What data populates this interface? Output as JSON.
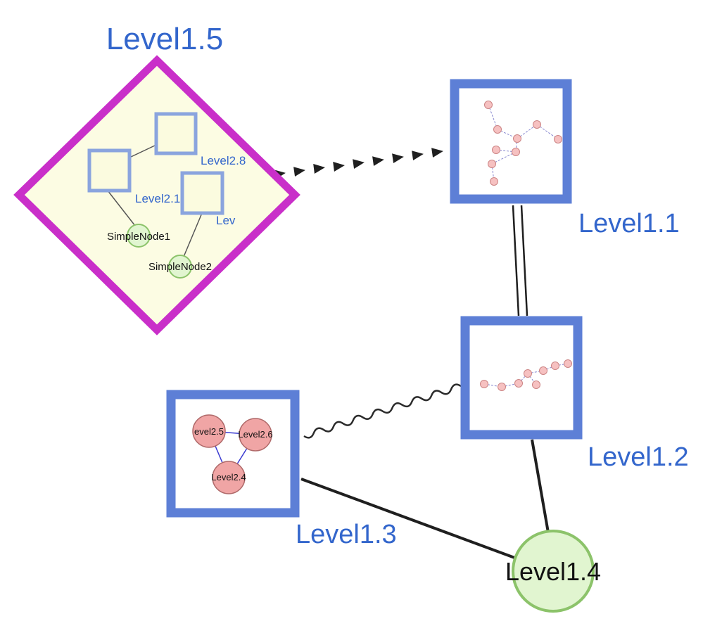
{
  "colors": {
    "label-blue": "#3366cc",
    "group-border-blue": "#5d7fd6",
    "inner-square-blue": "#8aa4de",
    "magenta": "#c92fc9",
    "diamond-fill": "#fcfce3",
    "inner-square-fill": "#fbfbdf",
    "green-node-fill": "#e1f5d0",
    "green-node-stroke": "#8cc36a",
    "pink-node-fill": "#f0a5a5",
    "pink-node-stroke": "#b06a6a",
    "mini-node-fill": "#f6c1c1",
    "mini-node-stroke": "#cc8484",
    "mini-edge-blue": "#8585cf",
    "triangle-edge-blue": "#3b3bd1",
    "inner-edge-gray": "#555555",
    "edge-black": "#1f1f1f"
  },
  "nodes": {
    "level15": {
      "label": "Level1.5",
      "type": "group-diamond"
    },
    "level11": {
      "label": "Level1.1",
      "type": "group-square"
    },
    "level12": {
      "label": "Level1.2",
      "type": "group-square"
    },
    "level13": {
      "label": "Level1.3",
      "type": "group-square"
    },
    "level14": {
      "label": "Level1.4",
      "type": "circle"
    },
    "level28": {
      "label": "Level2.8",
      "type": "square"
    },
    "level21": {
      "label": "Level2.1",
      "type": "square"
    },
    "levelPartial": {
      "label": "Lev",
      "type": "square"
    },
    "simpleNode1": {
      "label": "SimpleNode1",
      "type": "circle"
    },
    "simpleNode2": {
      "label": "SimpleNode2",
      "type": "circle"
    },
    "level25": {
      "label": "evel2.5",
      "type": "circle"
    },
    "level26": {
      "label": "Level2.6",
      "type": "circle"
    },
    "level24": {
      "label": "Level2.4",
      "type": "circle"
    }
  },
  "edges": [
    {
      "from": "Level1.5",
      "to": "Level1.1",
      "style": "dashed-arrowheads"
    },
    {
      "from": "Level1.1",
      "to": "Level1.2",
      "style": "parallel-double-line"
    },
    {
      "from": "Level1.3",
      "to": "Level1.2",
      "style": "wavy"
    },
    {
      "from": "Level1.3",
      "to": "Level1.4",
      "style": "solid"
    },
    {
      "from": "Level1.2",
      "to": "Level1.4",
      "style": "solid"
    },
    {
      "from": "Level2.1",
      "to": "Level2.8",
      "style": "thin-solid"
    },
    {
      "from": "Level2.1",
      "to": "SimpleNode1",
      "style": "thin-solid"
    },
    {
      "from": "Lev",
      "to": "SimpleNode2",
      "style": "thin-solid"
    },
    {
      "from": "evel2.5",
      "to": "Level2.6",
      "style": "thin-solid-blue"
    },
    {
      "from": "evel2.5",
      "to": "Level2.4",
      "style": "thin-solid-blue"
    },
    {
      "from": "Level2.6",
      "to": "Level2.4",
      "style": "thin-solid-blue"
    }
  ]
}
